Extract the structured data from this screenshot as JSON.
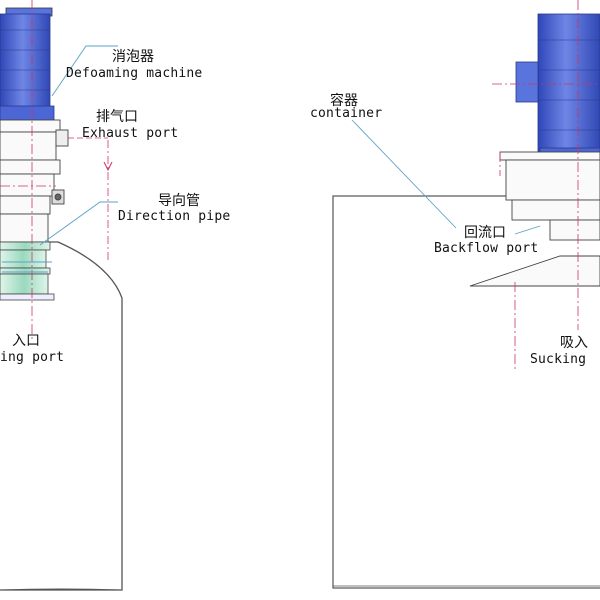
{
  "left_diagram": {
    "labels": {
      "defoaming_cn": "消泡器",
      "defoaming_en": "Defoaming machine",
      "exhaust_cn": "排气口",
      "exhaust_en": "Exhaust port",
      "direction_cn": "导向管",
      "direction_en": "Direction pipe",
      "sucking_cn": "入口",
      "sucking_en": "ing port"
    }
  },
  "right_diagram": {
    "labels": {
      "container_cn": "容器",
      "container_en": "container",
      "backflow_cn": "回流口",
      "backflow_en": "Backflow port",
      "sucking_cn": "吸入",
      "sucking_en": "Sucking"
    }
  },
  "colors": {
    "motor_blue": "#3f5fd3",
    "motor_light": "#8fa3ee",
    "outline": "#555555",
    "centerline": "#cc3366",
    "leader": "#5aa0c8",
    "band": "#a8e3c8"
  }
}
